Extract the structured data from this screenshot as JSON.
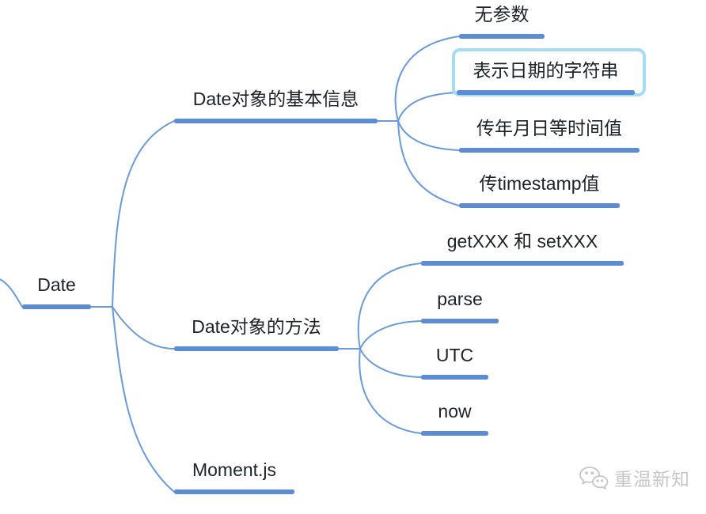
{
  "root": {
    "label": "Date"
  },
  "branches": [
    {
      "label": "Date对象的基本信息",
      "children": [
        {
          "label": "无参数",
          "highlighted": false
        },
        {
          "label": "表示日期的字符串",
          "highlighted": true
        },
        {
          "label": "传年月日等时间值",
          "highlighted": false
        },
        {
          "label": "传timestamp值",
          "highlighted": false
        }
      ]
    },
    {
      "label": "Date对象的方法",
      "children": [
        {
          "label": "getXXX 和 setXXX",
          "highlighted": false
        },
        {
          "label": "parse",
          "highlighted": false
        },
        {
          "label": "UTC",
          "highlighted": false
        },
        {
          "label": "now",
          "highlighted": false
        }
      ]
    },
    {
      "label": "Moment.js",
      "children": []
    }
  ],
  "watermark": {
    "label": "重温新知",
    "icon": "wechat-chat-bubbles-icon"
  },
  "colors": {
    "bar": "#5b8cd5",
    "line": "#689ae0",
    "highlight-border": "#a5dcf5",
    "text": "#1d2129",
    "watermark": "#c6c6c6",
    "background": "#ffffff"
  }
}
